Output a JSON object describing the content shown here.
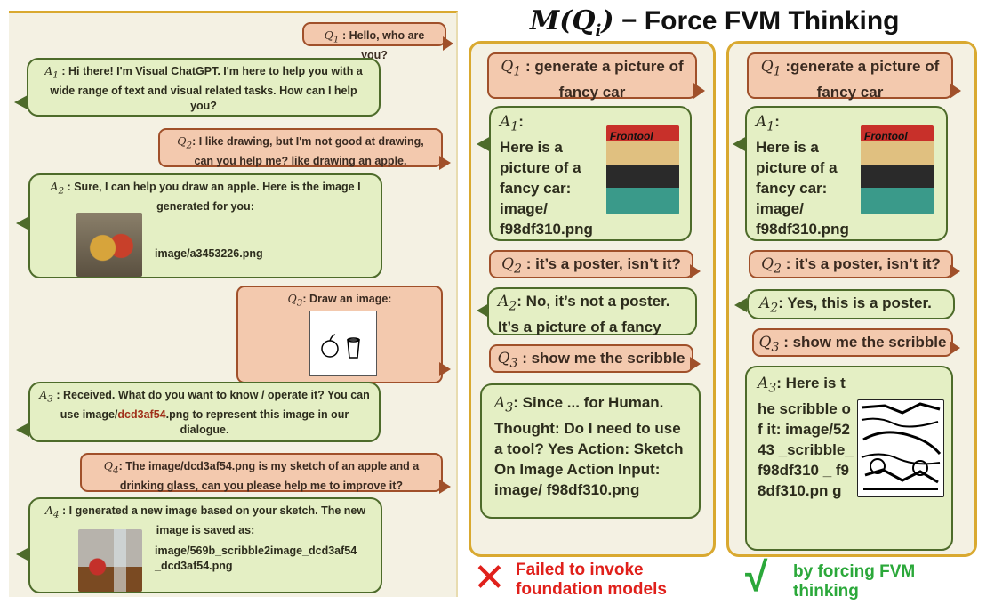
{
  "title": {
    "m": "M(",
    "q": "Q",
    "sub": "i",
    "close": ")",
    "dash": " − ",
    "text": "Force FVM Thinking"
  },
  "left": {
    "q1": {
      "sym": "Q",
      "idx": "1",
      "text": " : Hello, who are you?"
    },
    "a1": {
      "sym": "A",
      "idx": "1",
      "text": " : Hi there! I'm Visual ChatGPT. I'm here to help you with a wide range of text and visual related tasks. How can I help you?"
    },
    "q2": {
      "sym": "Q",
      "idx": "2",
      "text": ": I like drawing, but I'm not good at drawing, can you help me? like drawing an apple."
    },
    "a2": {
      "sym": "A",
      "idx": "2",
      "text": " : Sure, I can help you draw an apple. Here is the image I generated for you:",
      "file": "image/a3453226.png"
    },
    "q3": {
      "sym": "Q",
      "idx": "3",
      "text": ": Draw an image:"
    },
    "a3": {
      "sym": "A",
      "idx": "3",
      "text_a": " : Received.  What do you want to know / operate it? You can use image/",
      "highlight": "dcd3af54",
      "text_b": ".png to represent this image in our dialogue."
    },
    "q4": {
      "sym": "Q",
      "idx": "4",
      "text": ": The image/dcd3af54.png is my sketch of an apple and a drinking glass, can you please help me to improve it?"
    },
    "a4": {
      "sym": "A",
      "idx": "4",
      "text": " : I generated a new image based on your sketch. The new image is saved as:",
      "file": "image/569b_scribble2image_dcd3af54 _dcd3af54.png"
    }
  },
  "middle": {
    "q1": {
      "sym": "Q",
      "idx": "1",
      "text": " : generate a picture of fancy car"
    },
    "a1": {
      "sym": "A",
      "idx": "1",
      "text": ":",
      "body": "Here is a picture of a fancy car: image/ f98df310.png"
    },
    "q2": {
      "sym": "Q",
      "idx": "2",
      "text": " : it’s a poster, isn’t it?"
    },
    "a2": {
      "sym": "A",
      "idx": "2",
      "text": ": No, it’s not a poster. It’s a picture of a fancy car."
    },
    "q3": {
      "sym": "Q",
      "idx": "3",
      "text": " : show me the scribble"
    },
    "a3": {
      "sym": "A",
      "idx": "3",
      "text": ": Since ... for Human. Thought: Do I need to use a tool? Yes Action: Sketch On Image Action Input: image/ f98df310.png"
    },
    "verdict": {
      "mark": "✕",
      "text": "Failed to invoke foundation models"
    }
  },
  "right": {
    "q1": {
      "sym": "Q",
      "idx": "1",
      "text": " :generate a picture of fancy car"
    },
    "a1": {
      "sym": "A",
      "idx": "1",
      "text": ":",
      "body": "Here is a picture of a fancy car: image/ f98df310.png"
    },
    "q2": {
      "sym": "Q",
      "idx": "2",
      "text": " : it’s a poster, isn’t it?"
    },
    "a2": {
      "sym": "A",
      "idx": "2",
      "text": ": Yes, this is a poster."
    },
    "q3": {
      "sym": "Q",
      "idx": "3",
      "text": " : show me the scribble"
    },
    "a3": {
      "sym": "A",
      "idx": "3",
      "text": ": Here is the scribble of it: image/5243 _scribble_ f98df310 _ f98df310.pn g"
    },
    "verdict": {
      "mark": "√",
      "text": "by forcing FVM thinking"
    }
  },
  "poster_text": "Frontool",
  "colors": {
    "user_fill": "#f3c9ae",
    "user_border": "#a0502a",
    "bot_fill": "#e4efc4",
    "bot_border": "#4d6b2a",
    "panel_fill": "#f4f1e3",
    "panel_border": "#d9a930",
    "fail": "#e0201b",
    "success": "#2ba83a"
  }
}
